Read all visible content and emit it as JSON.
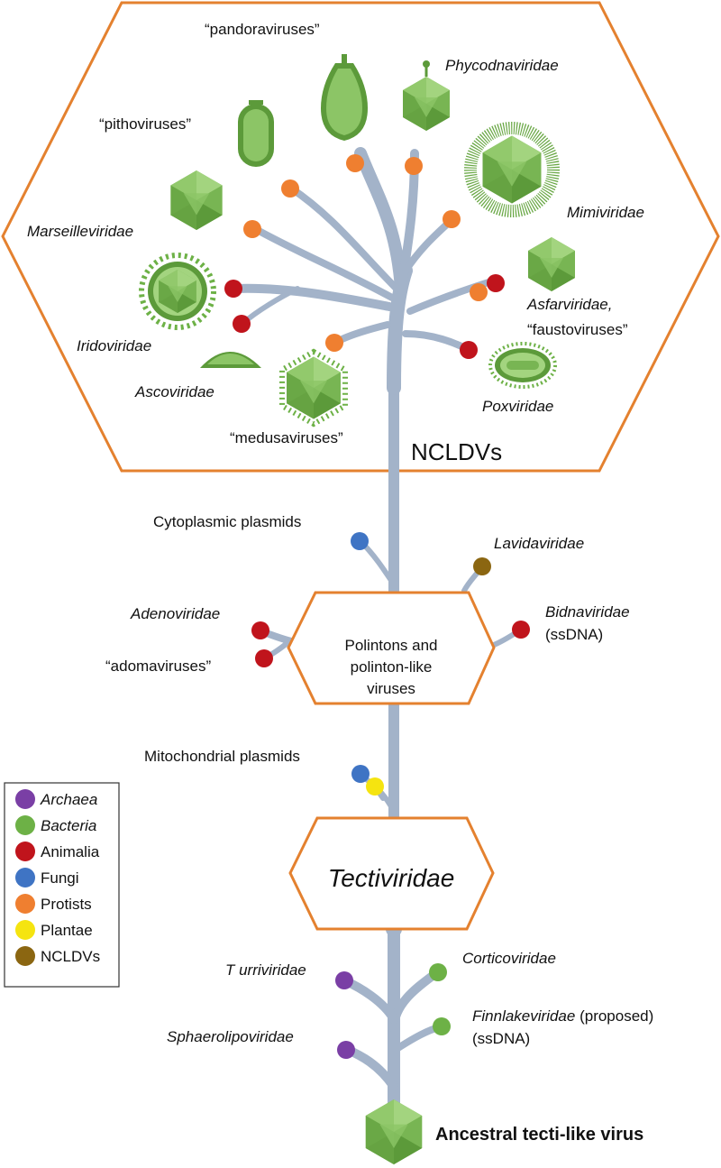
{
  "colors": {
    "archaea": "#7a3fa5",
    "bacteria": "#6db146",
    "animalia": "#c0141c",
    "fungi": "#3f74c4",
    "protists": "#ef7f30",
    "plantae": "#f5e410",
    "ncldvs": "#8b6611",
    "branch": "#a3b3c9",
    "frame": "#e4812f",
    "virus": "#6db146"
  },
  "groups": {
    "ncldvs": "NCLDVs",
    "polintons": [
      "Polintons and",
      "polinton-like",
      "viruses"
    ],
    "tectiviridae": "Tectiviridae",
    "ancestor": "Ancestral tecti-like virus"
  },
  "taxa": {
    "pandoraviruses": "“pandoraviruses”",
    "phycodnaviridae": "Phycodnaviridae",
    "pithoviruses": "“pithoviruses”",
    "mimiviridae": "Mimiviridae",
    "marseilleviridae": "Marseilleviridae",
    "asfarviridae": "Asfarviridae,",
    "faustoviruses": "“faustoviruses”",
    "iridoviridae": "Iridoviridae",
    "ascoviridae": "Ascoviridae",
    "poxviridae": "Poxviridae",
    "medusaviruses": "“medusaviruses”",
    "cytoplasmic_plasmids": "Cytoplasmic plasmids",
    "lavidaviridae": "Lavidaviridae",
    "adenoviridae": "Adenoviridae",
    "adomaviruses": "“adomaviruses”",
    "bidnaviridae": "Bidnaviridae",
    "bidnaviridae_note": "(ssDNA)",
    "mitochondrial_plasmids": "Mitochondrial plasmids",
    "turriviridae": "T urriviridae",
    "corticoviridae": "Corticoviridae",
    "finnlakeviridae": "Finnlakeviridae",
    "finnlakeviridae_note": "(proposed)",
    "finnlakeviridae_note2": "(ssDNA)",
    "sphaerolipoviridae": "Sphaerolipoviridae"
  },
  "legend": [
    {
      "label": "Archaea",
      "italic": true,
      "color": "#7a3fa5"
    },
    {
      "label": "Bacteria",
      "italic": true,
      "color": "#6db146"
    },
    {
      "label": "Animalia",
      "italic": false,
      "color": "#c0141c"
    },
    {
      "label": "Fungi",
      "italic": false,
      "color": "#3f74c4"
    },
    {
      "label": "Protists",
      "italic": false,
      "color": "#ef7f30"
    },
    {
      "label": "Plantae",
      "italic": false,
      "color": "#f5e410"
    },
    {
      "label": "NCLDVs",
      "italic": false,
      "color": "#8b6611"
    }
  ]
}
